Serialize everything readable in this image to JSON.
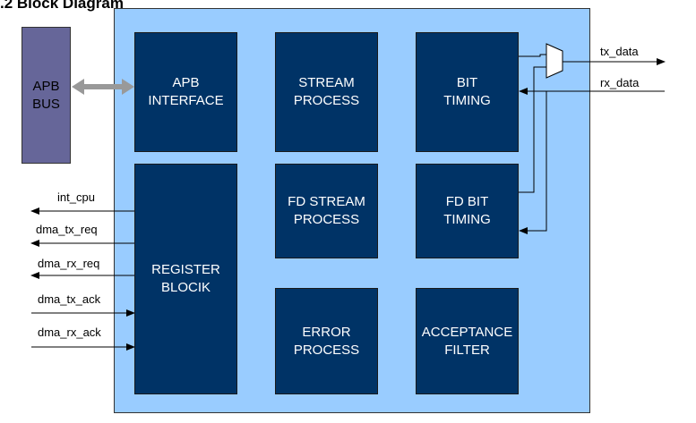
{
  "heading": ".2 Block Diagram",
  "caption": "",
  "apb_bus": {
    "label": "APB\nBUS"
  },
  "blocks": {
    "apb_interface": "APB\nINTERFACE",
    "stream_process": "STREAM\nPROCESS",
    "bit_timing": "BIT\nTIMING",
    "register_block": "REGISTER\nBLOCIK",
    "fd_stream_process": "FD STREAM\nPROCESS",
    "fd_bit_timing": "FD BIT\nTIMING",
    "error_process": "ERROR\nPROCESS",
    "acceptance_filter": "ACCEPTANCE\nFILTER"
  },
  "signals": {
    "tx_data": "tx_data",
    "rx_data": "rx_data",
    "int_cpu": "int_cpu",
    "dma_tx_req": "dma_tx_req",
    "dma_rx_req": "dma_rx_req",
    "dma_tx_ack": "dma_tx_ack",
    "dma_rx_ack": "dma_rx_ack"
  },
  "colors": {
    "container": "#99ccff",
    "block": "#003366",
    "bus": "#666699",
    "bus_arrow": "#999999"
  }
}
